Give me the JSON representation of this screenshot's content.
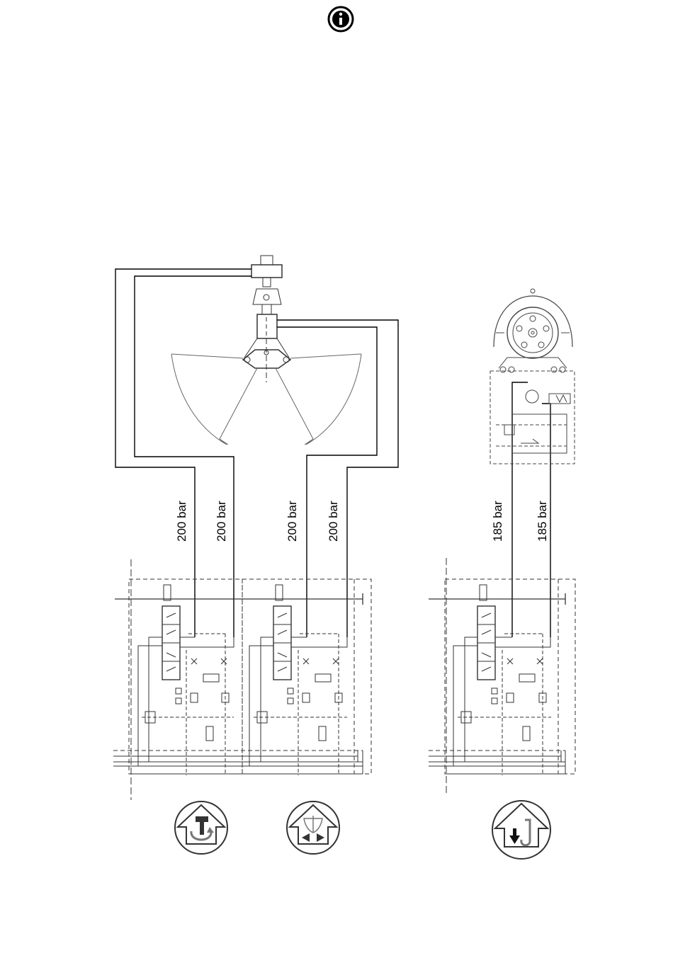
{
  "header": {
    "icon": "info-icon"
  },
  "pressure_labels": [
    {
      "text": "200 bar"
    },
    {
      "text": "200 bar"
    },
    {
      "text": "200 bar"
    },
    {
      "text": "200 bar"
    },
    {
      "text": "185 bar"
    },
    {
      "text": "185 bar"
    }
  ],
  "function_icons": [
    {
      "icon": "rotator-rotation-icon"
    },
    {
      "icon": "grab-open-close-icon"
    },
    {
      "icon": "hook-winch-lower-icon"
    }
  ],
  "colors": {
    "line": "#000000",
    "component": "#333333",
    "background": "#ffffff"
  }
}
